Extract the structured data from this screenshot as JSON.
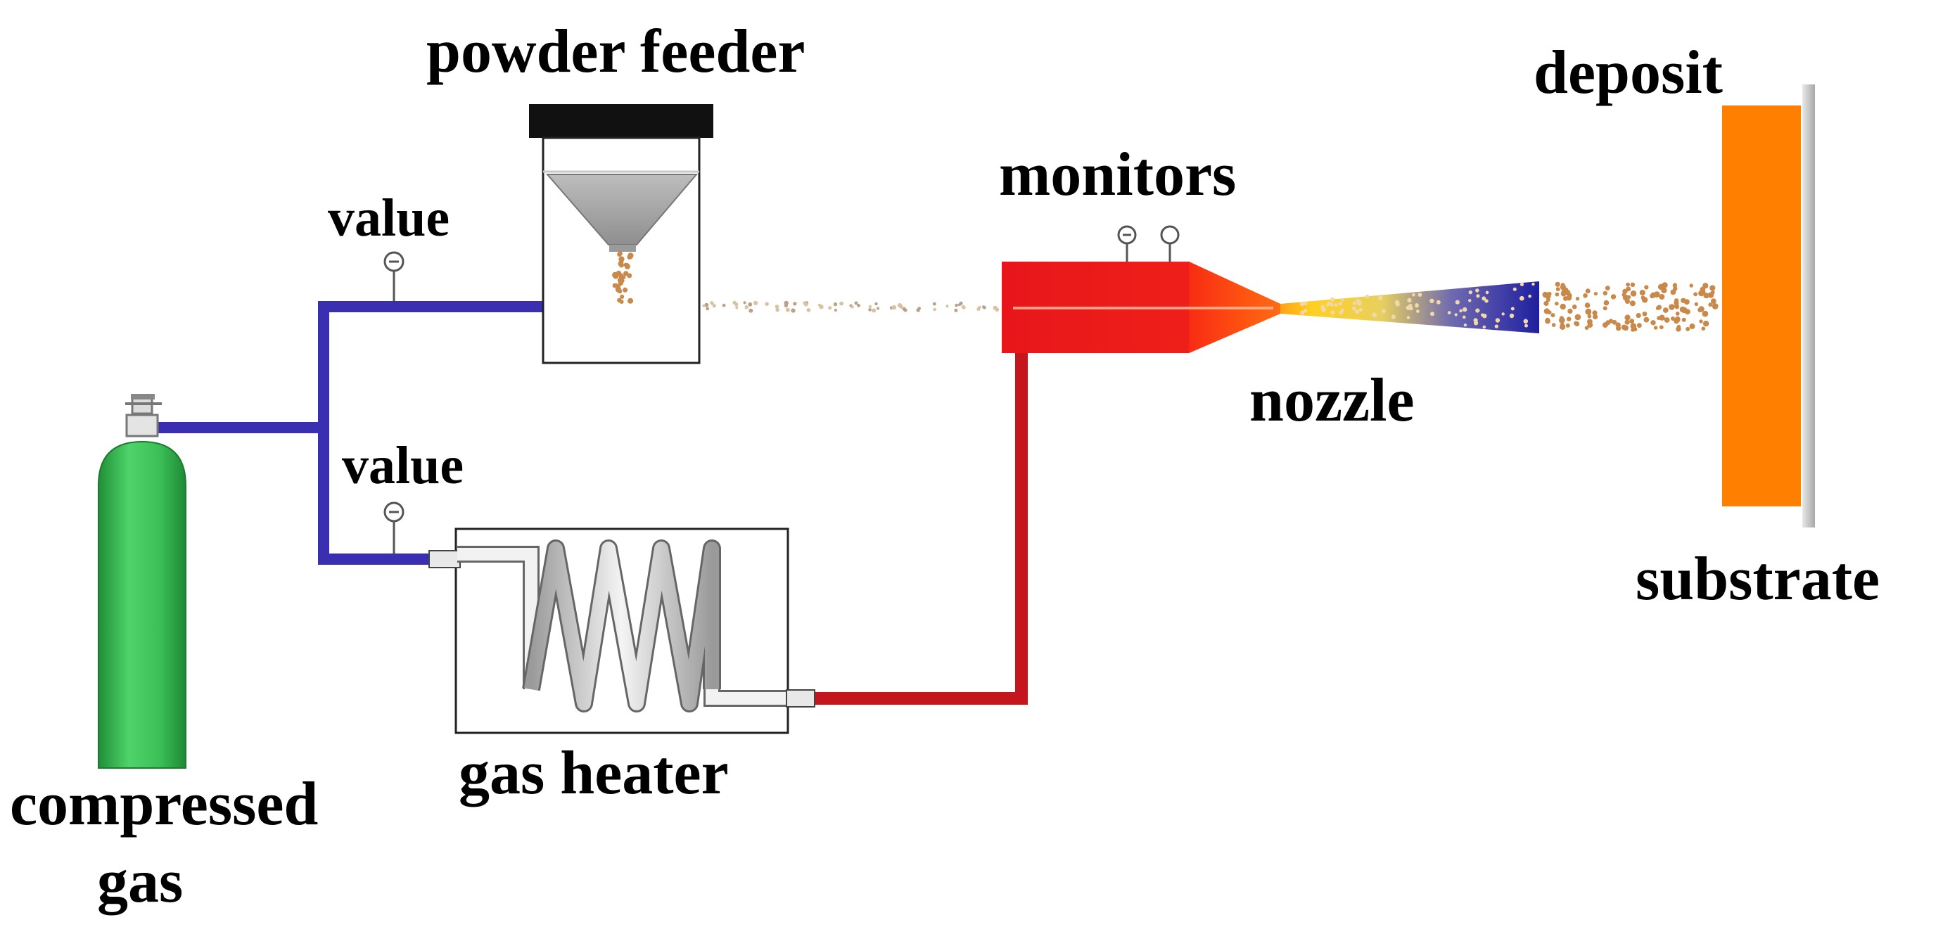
{
  "labels": {
    "powder_feeder": "powder feeder",
    "deposit": "deposit",
    "monitors": "monitors",
    "value_top": "value",
    "value_bottom": "value",
    "nozzle": "nozzle",
    "substrate": "substrate",
    "compressed_gas_line1": "compressed",
    "compressed_gas_line2": "gas",
    "gas_heater": "gas heater"
  },
  "colors": {
    "cold_gas_line": "#3a2fb0",
    "hot_gas_line": "#c4161c",
    "gas_cylinder": "#3fbf5a",
    "chamber_red": "#e8161a",
    "deposit": "#ff7f00",
    "substrate": "#cfcfcf",
    "particles": "#c8894a",
    "hopper": "#a7a7a7",
    "feeder_cap": "#111111"
  }
}
